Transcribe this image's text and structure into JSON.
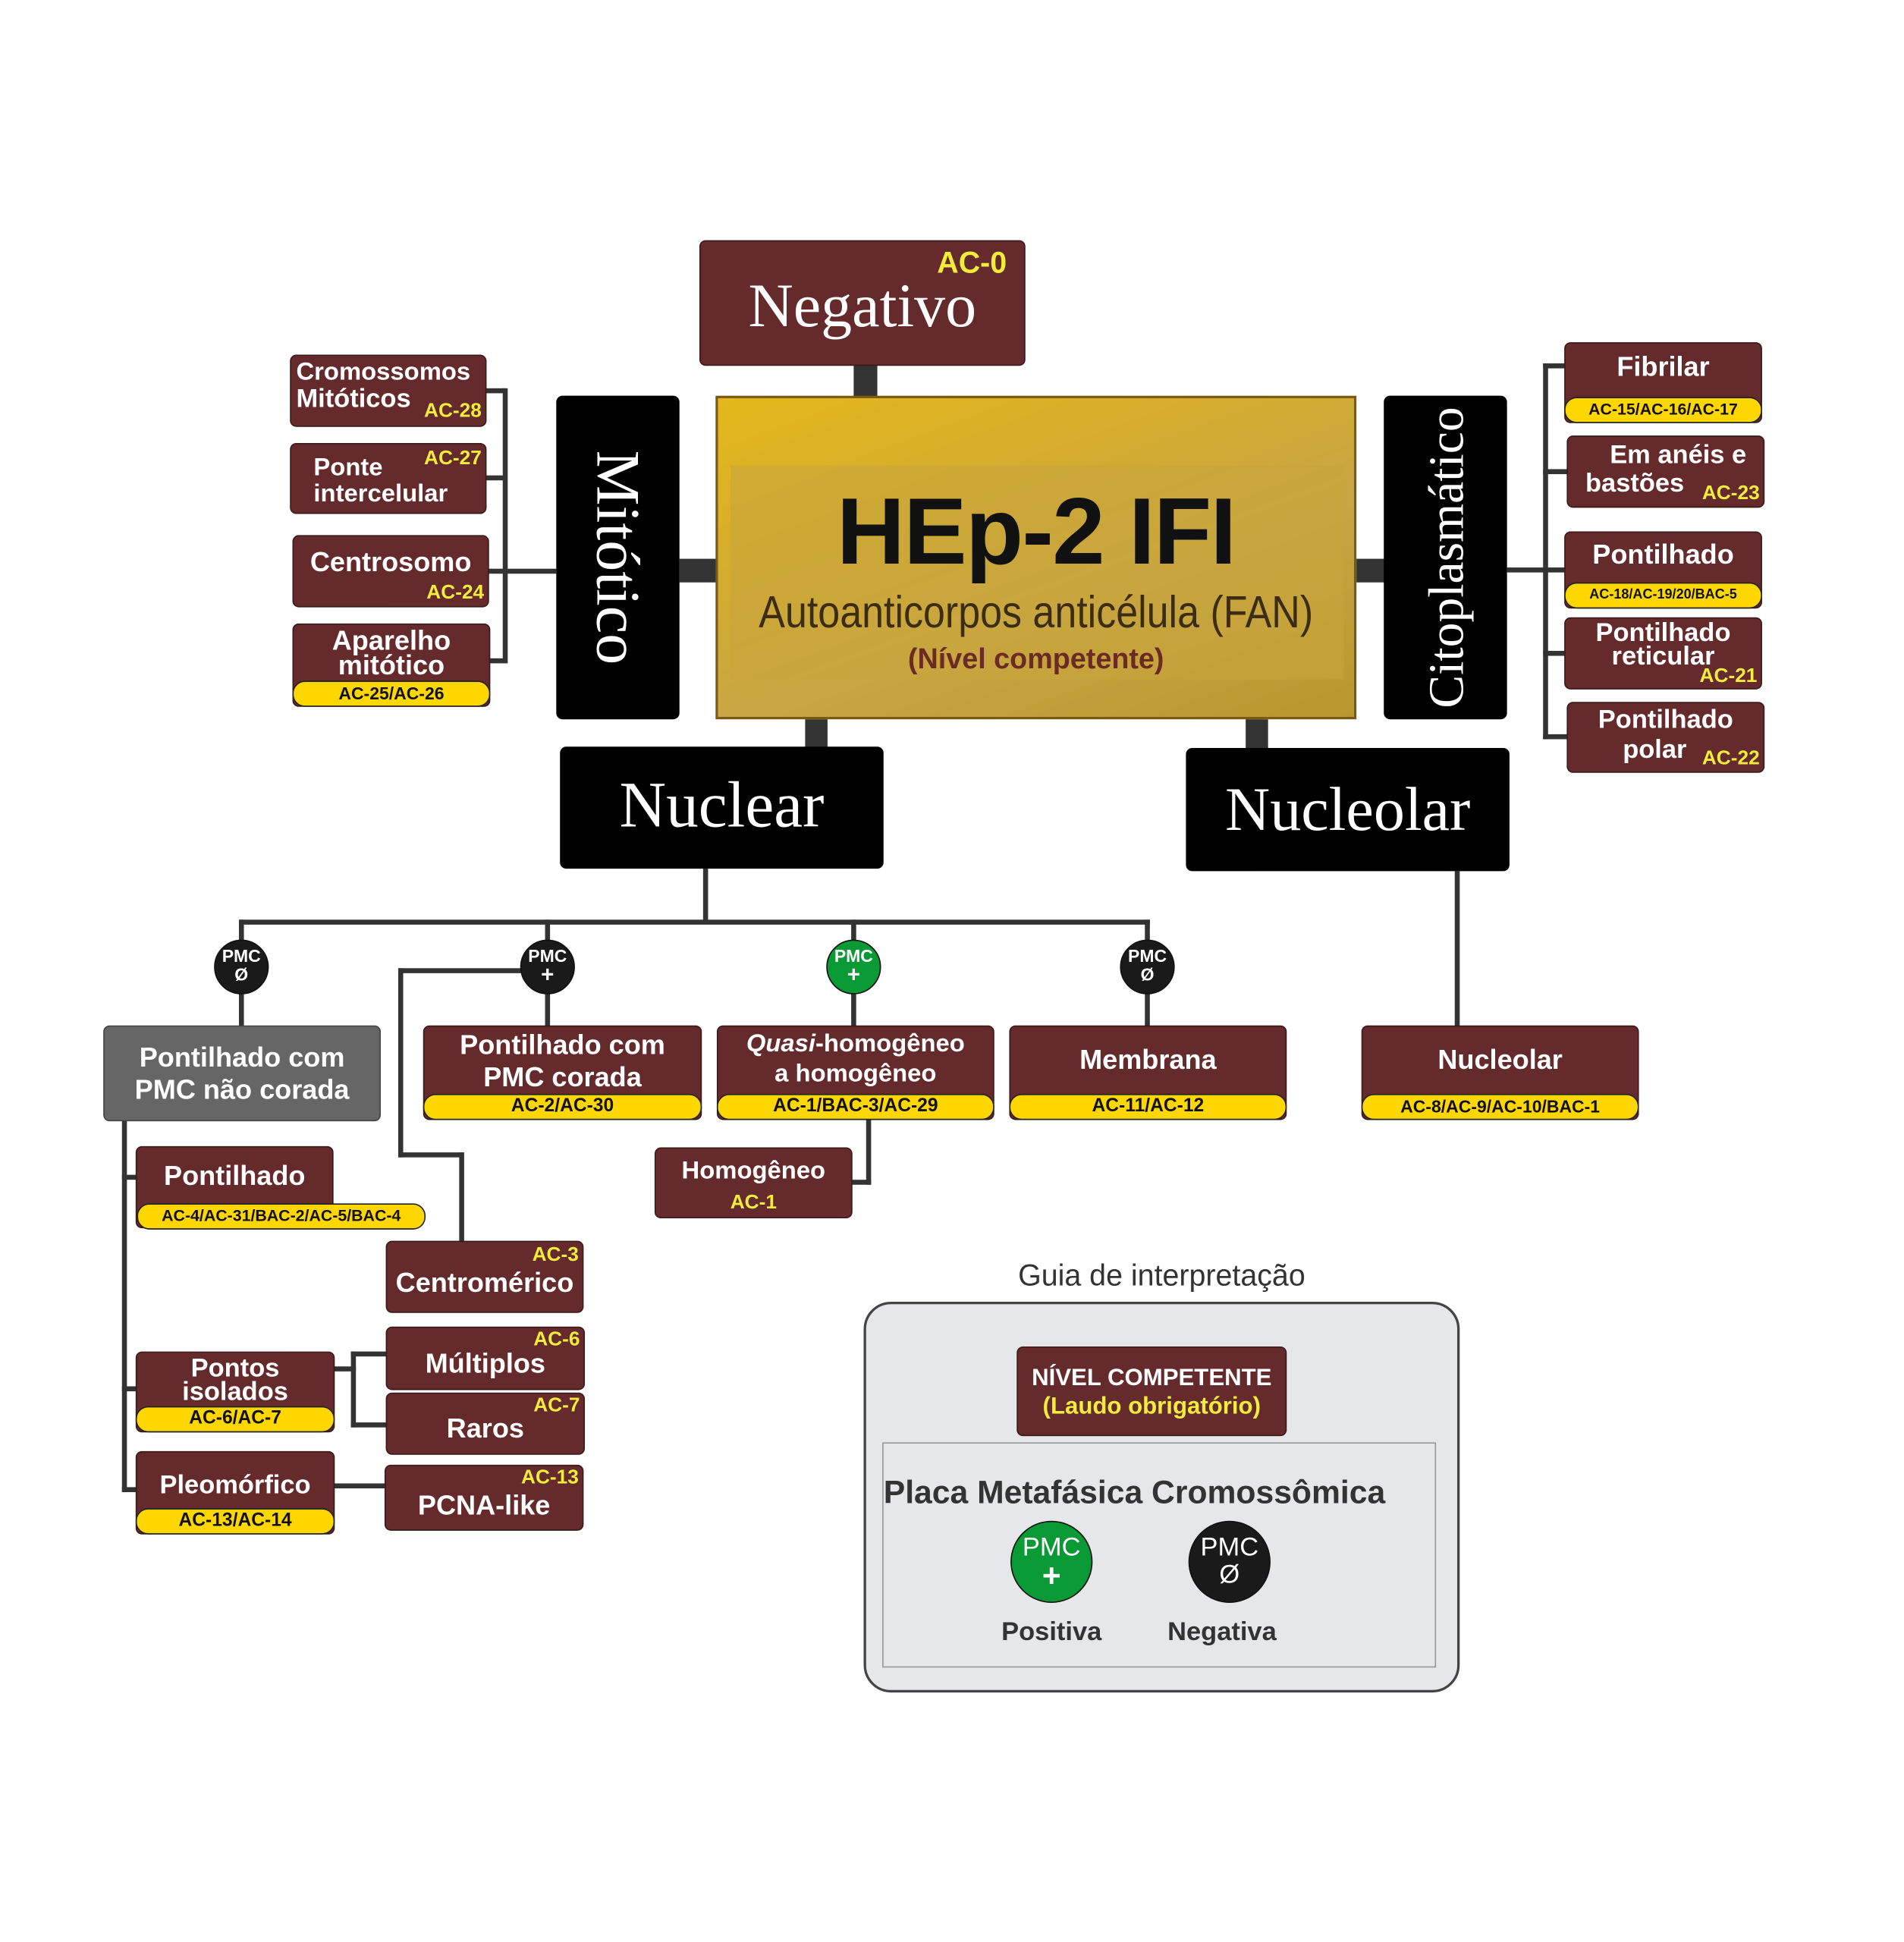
{
  "center": {
    "title": "HEp-2 IFI",
    "subtitle": "Autoanticorpos anticélula (FAN)",
    "level": "(Nível competente)"
  },
  "negativo": {
    "label": "Negativo",
    "code": "AC-0"
  },
  "categories": {
    "mitotico": "Mitótico",
    "citoplasmatico": "Citoplasmático",
    "nuclear": "Nuclear",
    "nucleolar": "Nucleolar"
  },
  "mitotic": [
    {
      "line1": "Cromossomos",
      "line2": "Mitóticos",
      "code": "AC-28"
    },
    {
      "line1": "Ponte",
      "line2": "intercelular",
      "code": "AC-27"
    },
    {
      "line1": "Centrosomo",
      "code": "AC-24"
    },
    {
      "line1": "Aparelho",
      "line2": "mitótico",
      "code": "AC-25/AC-26"
    }
  ],
  "cytoplasmic": [
    {
      "line1": "Fibrilar",
      "code": "AC-15/AC-16/AC-17"
    },
    {
      "line1": "Em anéis e",
      "line2": "bastões",
      "code": "AC-23"
    },
    {
      "line1": "Pontilhado",
      "code": "AC-18/AC-19/20/BAC-5"
    },
    {
      "line1": "Pontilhado",
      "line2": "reticular",
      "code": "AC-21"
    },
    {
      "line1": "Pontilhado",
      "line2": "polar",
      "code": "AC-22"
    }
  ],
  "pmc": {
    "label": "PMC",
    "neg": "Ø",
    "pos": "+"
  },
  "nuclear": {
    "pmc_nao_corada": {
      "line1": "Pontilhado com",
      "line2": "PMC não corada"
    },
    "pmc_corada": {
      "line1": "Pontilhado com",
      "line2": "PMC corada",
      "code": "AC-2/AC-30"
    },
    "quasi": {
      "italic": "Quasi",
      "line1": "-homogêneo",
      "line2": "a homogêneo",
      "code": "AC-1/BAC-3/AC-29"
    },
    "homogeneo": {
      "label": "Homogêneo",
      "code": "AC-1"
    },
    "membrana": {
      "label": "Membrana",
      "code": "AC-11/AC-12"
    },
    "pontilhado": {
      "label": "Pontilhado",
      "code": "AC-4/AC-31/BAC-2/AC-5/BAC-4"
    },
    "centromerico": {
      "label": "Centromérico",
      "code": "AC-3"
    },
    "pontos": {
      "line1": "Pontos",
      "line2": "isolados",
      "code": "AC-6/AC-7"
    },
    "multiplos": {
      "label": "Múltiplos",
      "code": "AC-6"
    },
    "raros": {
      "label": "Raros",
      "code": "AC-7"
    },
    "pleomorfico": {
      "label": "Pleomórfico",
      "code": "AC-13/AC-14"
    },
    "pcna": {
      "label": "PCNA-like",
      "code": "AC-13"
    }
  },
  "nucleolar": {
    "label": "Nucleolar",
    "code": "AC-8/AC-9/AC-10/BAC-1"
  },
  "legend": {
    "title": "Guia de interpretação",
    "level_line1": "NÍVEL COMPETENTE",
    "level_line2": "(Laudo obrigatório)",
    "plate": "Placa Metafásica Cromossômica",
    "positive": "Positiva",
    "negative": "Negativa"
  },
  "colors": {
    "maroon": "#652a2b",
    "tag": "#ffd700",
    "code_text": "#f3ec3a",
    "green": "#0a9a35"
  }
}
